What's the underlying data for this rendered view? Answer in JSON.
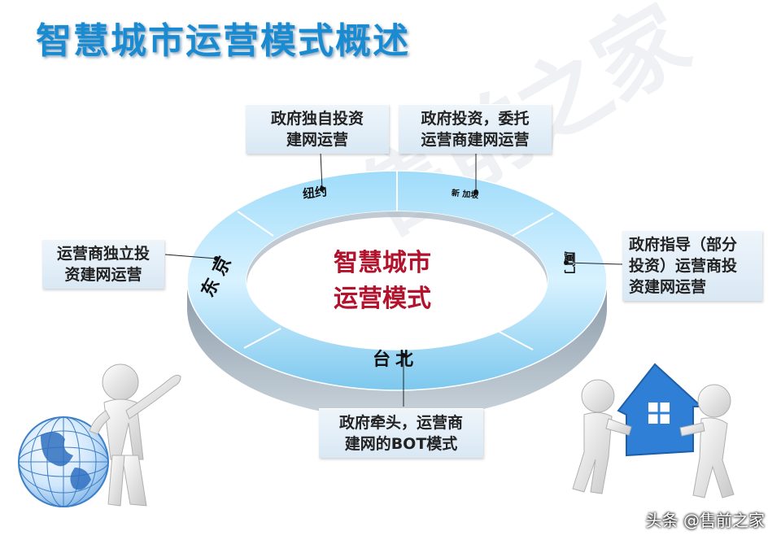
{
  "title": "智慧城市运营模式概述",
  "watermark": "售前之家",
  "center": {
    "line1": "智慧城市",
    "line2": "运营模式"
  },
  "cities": {
    "newyork": "纽约",
    "singapore": "新 加坡",
    "xiamen": "厦门",
    "taipei": "台北",
    "tokyo": "东京"
  },
  "labels": {
    "top_left": [
      "政府独自投资",
      "建网运营"
    ],
    "top_right": [
      "政府投资，委托",
      "运营商建网运营"
    ],
    "right": [
      "政府指导（部分",
      "投资）运营商投",
      "资建网运营"
    ],
    "bottom": [
      "政府牵头，运营商",
      "建网的BOT模式"
    ],
    "left": [
      "运营商独立投",
      "资建网运营"
    ]
  },
  "footer": "头条 @售前之家",
  "colors": {
    "title": "#1a8bd0",
    "center_text": "#b3122c",
    "ring": "#7cc8ee"
  }
}
